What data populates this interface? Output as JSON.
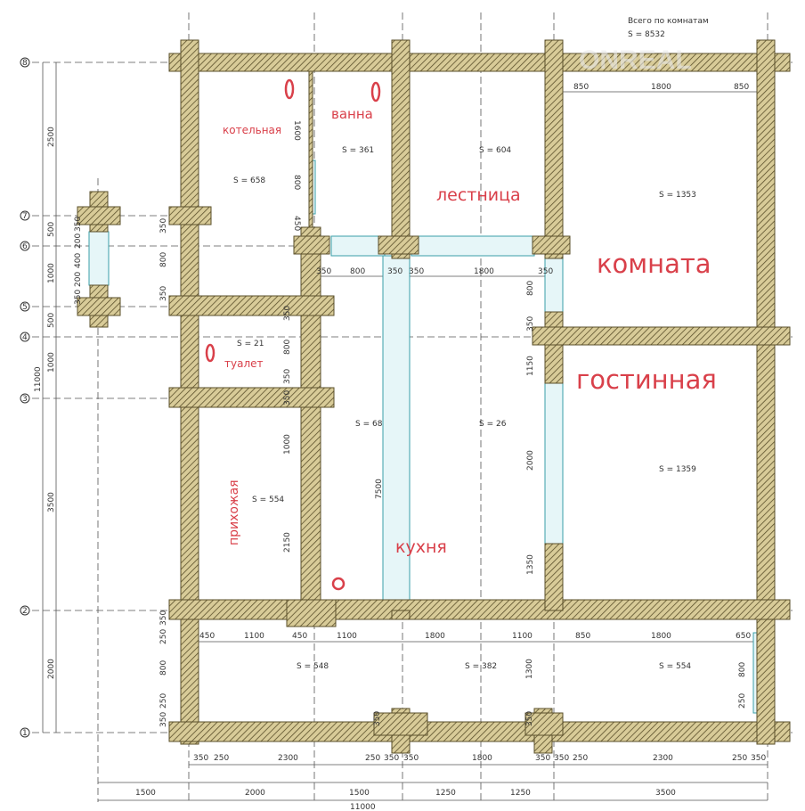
{
  "total": {
    "label": "Всего по комнатам",
    "value": "S  =  8532"
  },
  "watermark": "ONREAL",
  "axes": [
    "1",
    "2",
    "3",
    "4",
    "5",
    "6",
    "7",
    "8"
  ],
  "rooms": {
    "boiler": "котельная",
    "bath": "ванна",
    "stairs": "лестница",
    "room": "комната",
    "living": "гостинная",
    "toilet": "туалет",
    "hall": "прихожая",
    "kitchen": "кухня"
  },
  "areas": {
    "boiler": "S  =  658",
    "bath": "S  =  361",
    "stairs": "S  =  604",
    "room": "S  =  1353",
    "toilet": "S  =  21",
    "hall": "S  =  554",
    "corridor": "S  =  68",
    "kitchen": "S  =  26",
    "living": "S  =  1359",
    "bottom_left": "S  =  548",
    "bottom_mid": "S  =  382",
    "bottom_right": "S  =  554"
  },
  "dims": {
    "top": [
      "850",
      "1800",
      "850"
    ],
    "left": [
      "2500",
      "500",
      "1000",
      "500",
      "1000",
      "11000",
      "3500",
      "2000"
    ],
    "porch": [
      "350",
      "200",
      "400",
      "200",
      "350"
    ],
    "left_wall": [
      "350",
      "800",
      "350"
    ],
    "left_bottom": [
      "350",
      "250",
      "800",
      "250",
      "350"
    ],
    "row2": [
      "450",
      "1100",
      "450",
      "1100",
      "1800",
      "1100",
      "850",
      "1800",
      "650"
    ],
    "bottom": [
      "350",
      "250",
      "2300",
      "250",
      "350",
      "350",
      "1800",
      "350",
      "350",
      "250",
      "2300",
      "250",
      "350"
    ],
    "bottom_axes": [
      "1500",
      "2000",
      "1500",
      "1250",
      "1250",
      "3500"
    ],
    "bottom_total": "11000",
    "inner_left": [
      "1600",
      "800",
      "450"
    ],
    "inner_row": [
      "350",
      "800",
      "350",
      "350",
      "1800",
      "350"
    ],
    "inner_right": [
      "800",
      "350",
      "1150",
      "2000",
      "1350"
    ],
    "inner_mid": [
      "350",
      "800",
      "350",
      "350",
      "1000",
      "2150",
      "7500"
    ],
    "inner_bottom": [
      "1300",
      "350",
      "350",
      "800",
      "250"
    ]
  }
}
